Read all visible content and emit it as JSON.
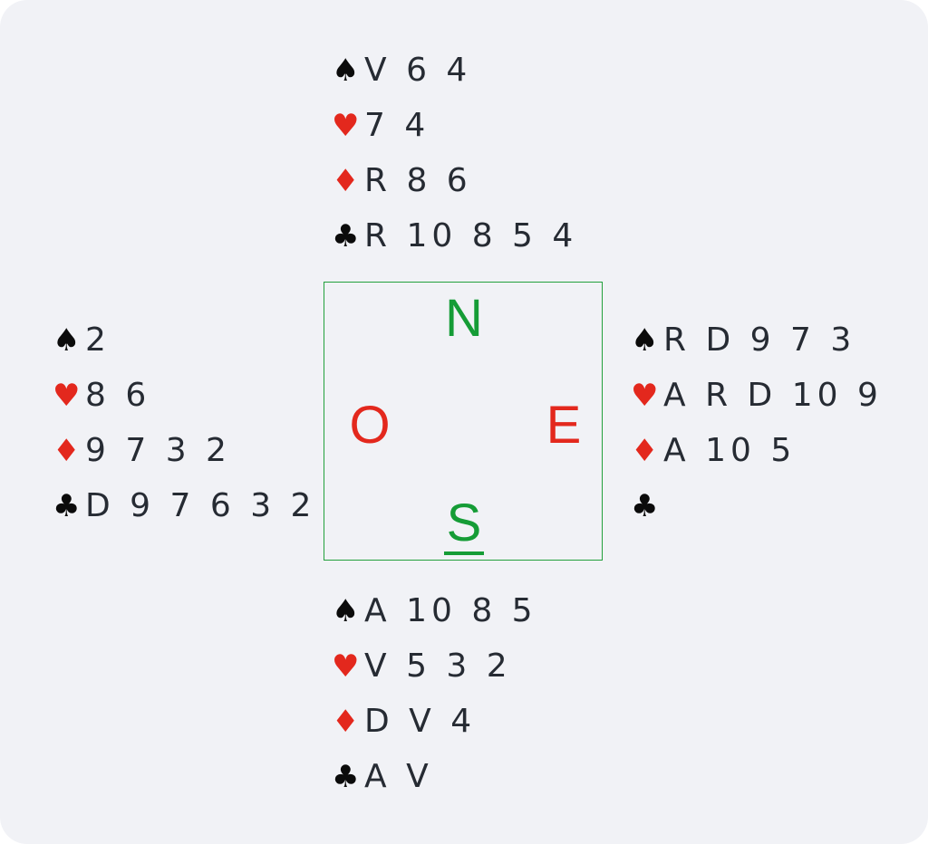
{
  "hands": {
    "north": {
      "spades": "V 6 4",
      "hearts": "7 4",
      "diamonds": "R 8 6",
      "clubs": "R 10 8 5 4"
    },
    "west": {
      "spades": "2",
      "hearts": "8 6",
      "diamonds": "9 7 3 2",
      "clubs": "D 9 7 6 3 2"
    },
    "east": {
      "spades": "R D 9 7 3",
      "hearts": "A R D 10 9",
      "diamonds": "A 10 5",
      "clubs": ""
    },
    "south": {
      "spades": "A 10 8 5",
      "hearts": "V 5 3 2",
      "diamonds": "D V 4",
      "clubs": "A V"
    }
  },
  "suits": {
    "spades": "♠",
    "hearts": "♥",
    "diamonds": "♦",
    "clubs": "♣"
  },
  "compass": {
    "north": "N",
    "west": "O",
    "east": "E",
    "south": "S"
  },
  "colors": {
    "background": "#f1f2f6",
    "text": "#262b33",
    "red_suit": "#e3281d",
    "black_suit": "#0b0b0b",
    "compass_green": "#159c36",
    "compass_red": "#e3281d"
  }
}
